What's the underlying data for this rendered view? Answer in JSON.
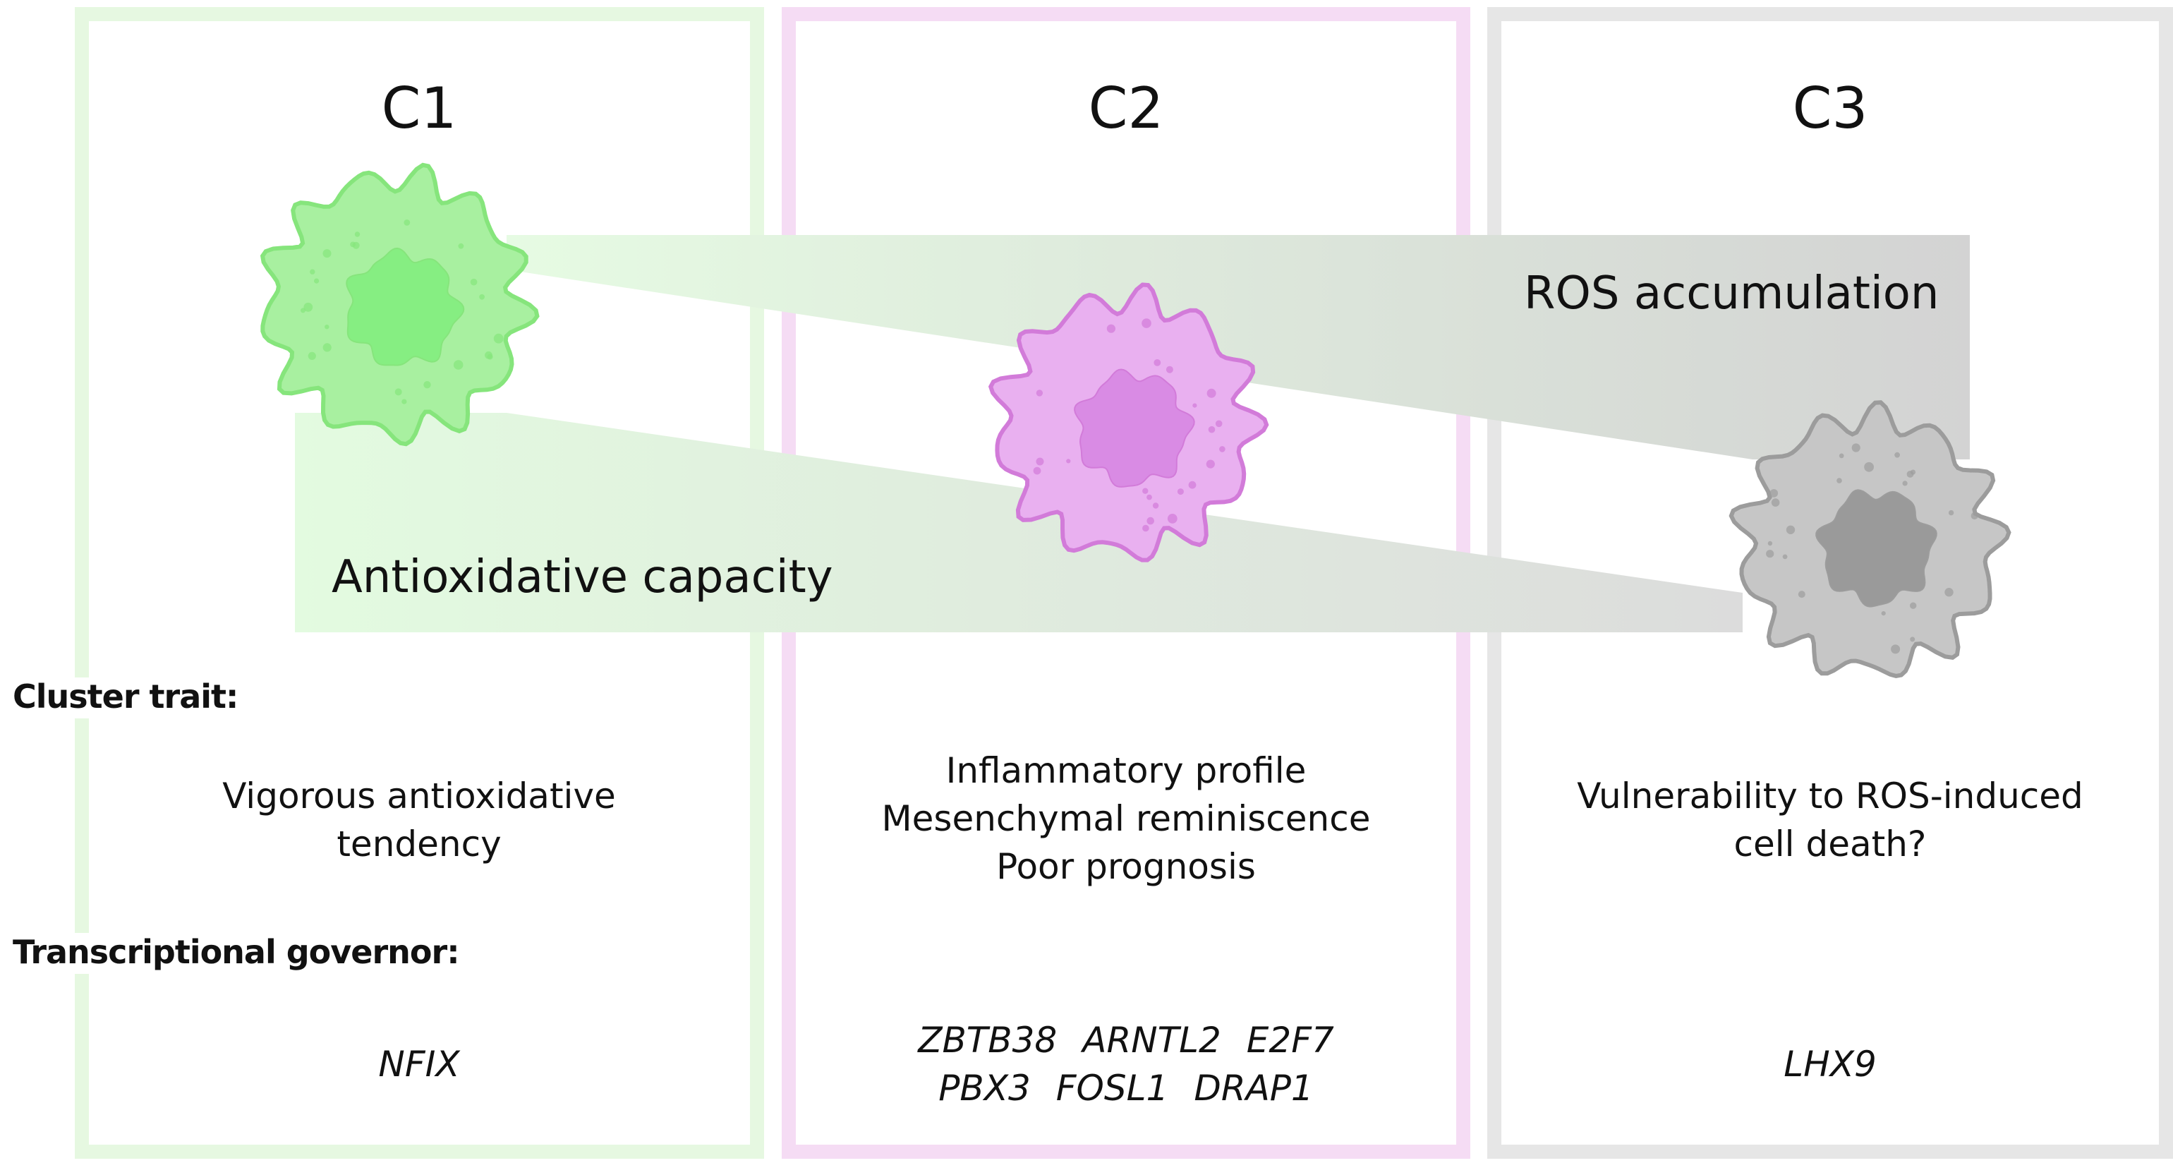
{
  "columns": [
    {
      "id": "c1",
      "title": "C1",
      "traits": [
        "Vigorous antioxidative",
        "tendency"
      ],
      "governors": [
        [
          "NFIX"
        ]
      ],
      "color": "#eafbe6",
      "border": "#e6f8e1",
      "cell_fill": "#a8f0a0",
      "cell_edge": "#86e57c",
      "nucleus": "#86ee82"
    },
    {
      "id": "c2",
      "title": "C2",
      "traits": [
        "Inflammatory profile",
        "Mesenchymal reminiscence",
        "Poor prognosis"
      ],
      "governors": [
        [
          "ZBTB38",
          "ARNTL2",
          "E2F7"
        ],
        [
          "PBX3",
          "FOSL1",
          "DRAP1"
        ]
      ],
      "color": "#f9e6f8",
      "border": "#f5dcf4",
      "cell_fill": "#e9b0f0",
      "cell_edge": "#d27bd9",
      "nucleus": "#d98be4"
    },
    {
      "id": "c3",
      "title": "C3",
      "traits": [
        "Vulnerability to ROS-induced",
        "cell death?"
      ],
      "governors": [
        [
          "LHX9"
        ]
      ],
      "color": "#ececec",
      "border": "#e6e6e6",
      "cell_fill": "#c6c6c6",
      "cell_edge": "#9c9c9c",
      "nucleus": "#9a9a9a"
    }
  ],
  "bands": {
    "antioxidative": {
      "label": "Antioxidative capacity",
      "from_color": "#e3fbe0",
      "to_color": "#dcdcdc"
    },
    "ros": {
      "label": "ROS accumulation",
      "from_color": "#e6fbe3",
      "to_color": "#d3d3d3"
    }
  },
  "row_labels": {
    "trait": "Cluster trait:",
    "governor": "Transcriptional governor:"
  }
}
